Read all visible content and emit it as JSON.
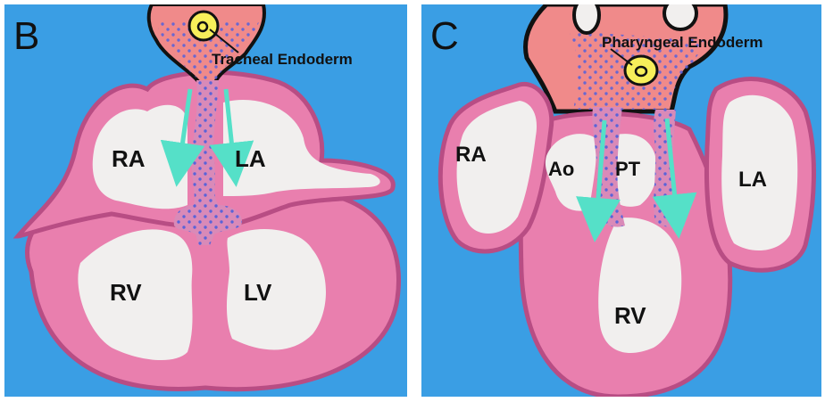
{
  "panel_b": {
    "letter": "B",
    "tissue_label": "Tracheal Endoderm",
    "chambers": {
      "ra": "RA",
      "la": "LA",
      "rv": "RV",
      "lv": "LV"
    }
  },
  "panel_c": {
    "letter": "C",
    "tissue_label": "Pharyngeal Endoderm",
    "chambers": {
      "ra": "RA",
      "ao": "Ao",
      "pt": "PT",
      "la": "LA",
      "rv": "RV"
    }
  },
  "colors": {
    "background": "#3a9ee4",
    "myocardium": "#e97fae",
    "myocardium_edge": "#b84d84",
    "lumen": "#f1efee",
    "endoderm": "#f08a8a",
    "dots": "#5a63d8",
    "arrows": "#55e0c8",
    "marker": "#f7ef5a"
  }
}
